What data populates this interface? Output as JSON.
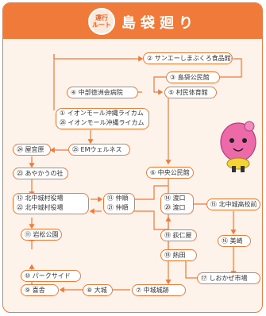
{
  "header": {
    "badge_line1": "運行",
    "badge_line2": "ルート",
    "title": "島袋廻り"
  },
  "stops": {
    "s2": "② サンエーしまぶくろ食品館前",
    "s3": "③ 島袋公民館",
    "s4": "④ 中部徳洲会病院",
    "s5": "⑤ 村民体育館",
    "s1": "① イオンモール沖縄ライカム",
    "s26": "㉖ イオンモール沖縄ライカム",
    "s24": "㉔ 屋宜原",
    "s25": "㉕ EMウェルネス",
    "s23": "㉓ あやかうの社",
    "s6": "⑥ 中央公民館",
    "s12": "⑫ 北中城村役場",
    "s22": "㉒ 北中城村役場",
    "s13": "⑬ 仲順",
    "s21": "㉑ 仲順",
    "s14": "⑭ 渡口",
    "s20": "⑳ 渡口",
    "s15": "⑮ 北中城高校前",
    "s11": "⑪ 岩松公園",
    "s19": "⑲ 荻仁屋",
    "s16": "⑯ 美崎",
    "s18": "⑱ 熱田",
    "s10": "⑩ パークサイド",
    "s17": "⑰ しおかぜ市場",
    "s9": "⑨ 喜舎",
    "s8": "⑧ 大城",
    "s7": "⑦ 中城城跡"
  },
  "colors": {
    "accent": "#ef7a3a",
    "background": "#fdf3ea",
    "mascot": "#ec6aa8"
  }
}
